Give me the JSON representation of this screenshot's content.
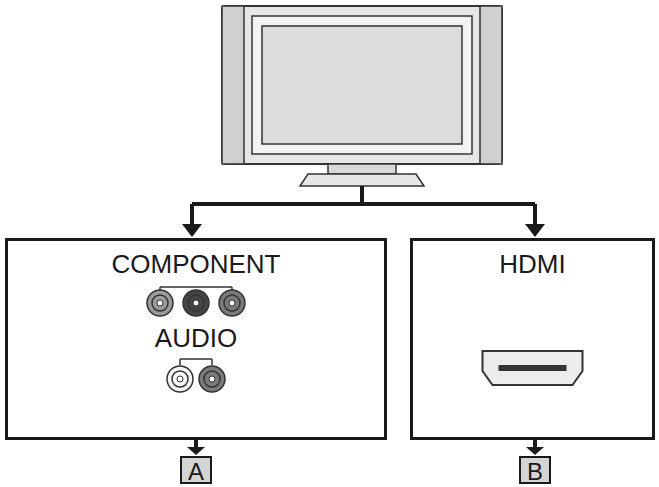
{
  "diagram": {
    "nodes": [
      {
        "text": [
          "COMPONENT",
          "AUDIO"
        ]
      },
      {
        "text": [
          "HDMI"
        ]
      },
      {
        "text": [
          "A"
        ]
      },
      {
        "text": [
          "B"
        ]
      }
    ],
    "edges": [
      {
        "from": 0,
        "to": 2,
        "arrow": "to"
      },
      {
        "from": 1,
        "to": 3,
        "arrow": "to"
      }
    ]
  }
}
